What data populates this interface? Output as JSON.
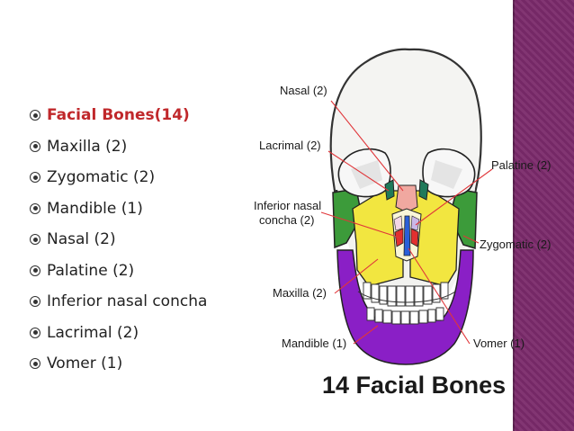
{
  "bullets": [
    {
      "text": "Facial Bones(14)",
      "highlight": true
    },
    {
      "text": "Maxilla (2)"
    },
    {
      "text": "Zygomatic (2)"
    },
    {
      "text": "Mandible (1)"
    },
    {
      "text": "Nasal (2)"
    },
    {
      "text": "Palatine (2)"
    },
    {
      "text": "Inferior nasal concha"
    },
    {
      "text": "Lacrimal (2)"
    },
    {
      "text": "Vomer (1)"
    }
  ],
  "diagram": {
    "title": "14 Facial Bones",
    "labels": {
      "nasal": "Nasal (2)",
      "lacrimal": "Lacrimal (2)",
      "palatine": "Palatine (2)",
      "inferior_nasal_line1": "Inferior nasal",
      "inferior_nasal_line2": "concha (2)",
      "zygomatic": "Zygomatic (2)",
      "maxilla": "Maxilla (2)",
      "mandible": "Mandible (1)",
      "vomer": "Vomer (1)"
    }
  },
  "colors": {
    "accent": "#7b2a6b",
    "highlight_text": "#c0282b",
    "leader_line": "#e0363a",
    "zygomatic": "#3c9b3a",
    "maxilla": "#f2e640",
    "mandible": "#8a1fc6",
    "nasal": "#f0a8a0",
    "lacrimal": "#1f7a5a",
    "vomer": "#2a5fd8",
    "inferior_concha": "#e23030"
  }
}
